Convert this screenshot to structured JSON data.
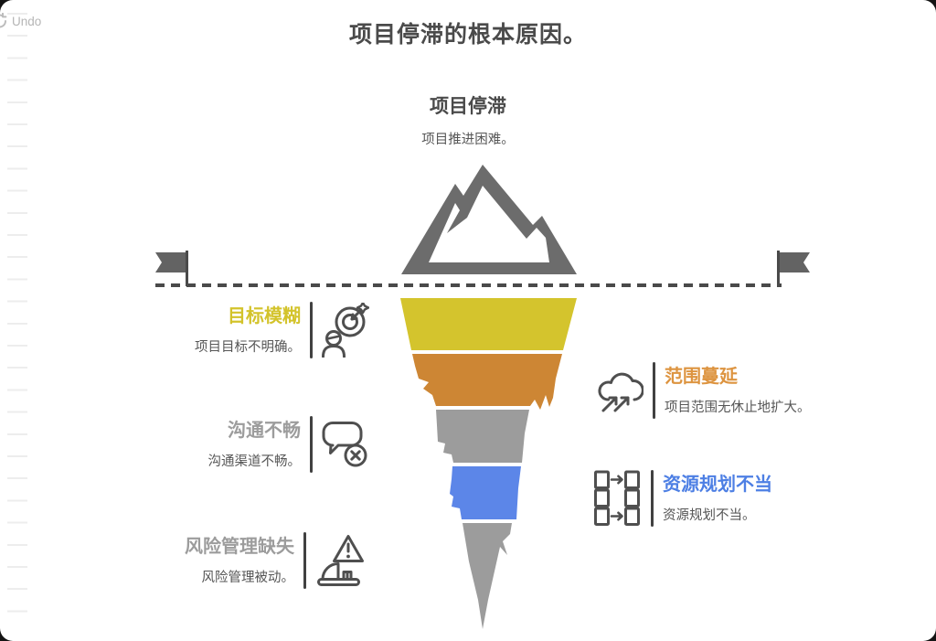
{
  "app": {
    "undo_label": "Undo"
  },
  "page": {
    "title": "项目停滞的根本原因。"
  },
  "diagram": {
    "peak": {
      "title": "项目停滞",
      "subtitle": "项目推进困难。"
    },
    "left_items": [
      {
        "title": "目标模糊",
        "subtitle": "项目目标不明确。",
        "accent": "#d3c32b",
        "icon": "person-target-goal-icon"
      },
      {
        "title": "沟通不畅",
        "subtitle": "沟通渠道不畅。",
        "accent": "#9c9c9c",
        "icon": "speech-bubble-error-icon"
      },
      {
        "title": "风险管理缺失",
        "subtitle": "风险管理被动。",
        "accent": "#9c9c9c",
        "icon": "warning-barrier-icon"
      }
    ],
    "right_items": [
      {
        "title": "范围蔓延",
        "subtitle": "项目范围无休止地扩大。",
        "accent": "#dd9440",
        "icon": "cloud-arrows-expand-icon"
      },
      {
        "title": "资源规划不当",
        "subtitle": "资源规划不当。",
        "accent": "#4d7fe4",
        "icon": "resource-columns-transfer-icon"
      }
    ],
    "funnel": {
      "segments": [
        {
          "name": "目标模糊",
          "color": "#d4c42d"
        },
        {
          "name": "范围蔓延",
          "color": "#cd8634"
        },
        {
          "name": "沟通不畅",
          "color": "#9c9c9c"
        },
        {
          "name": "资源规划不当",
          "color": "#5c86e8"
        },
        {
          "name": "风险管理缺失",
          "color": "#9c9c9c"
        }
      ]
    },
    "colors": {
      "title_text": "#4a4a4a",
      "body_text": "#565656",
      "mountain": "#6c6c6c",
      "waterline": "#4a4a4a",
      "flag": "#5f5f5f"
    }
  }
}
